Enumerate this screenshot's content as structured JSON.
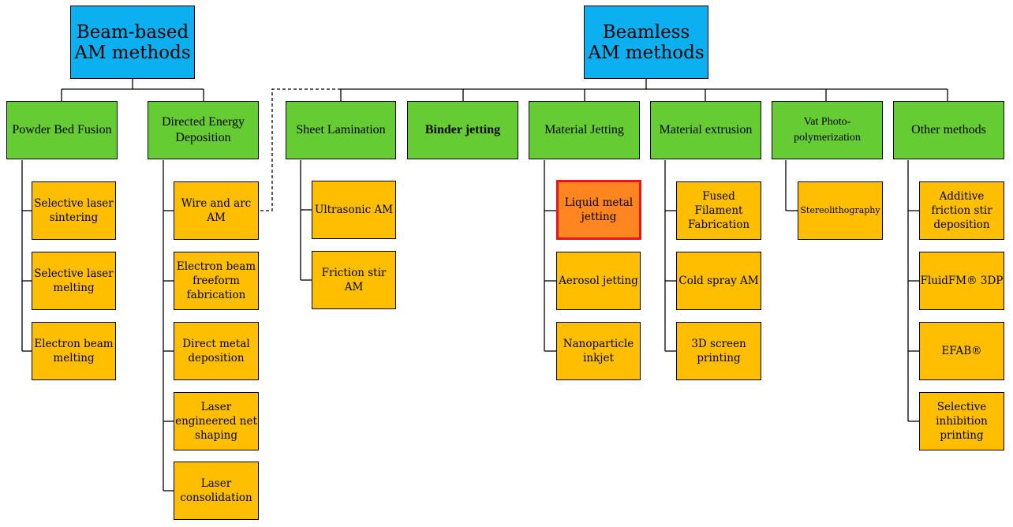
{
  "roots": {
    "beam_based": "Beam-based AM methods",
    "beamless": "Beamless AM methods"
  },
  "categories": {
    "powder_bed_fusion": "Powder Bed Fusion",
    "directed_energy_deposition": "Directed Energy Deposition",
    "sheet_lamination": "Sheet Lamination",
    "binder_jetting": "Binder jetting",
    "material_jetting": "Material Jetting",
    "material_extrusion": "Material extrusion",
    "vat_photopolymerization": "Vat Photo-polymerization",
    "other_methods": "Other methods"
  },
  "leaves": {
    "powder_bed_fusion": [
      "Selective laser sintering",
      "Selective laser melting",
      "Electron beam melting"
    ],
    "directed_energy_deposition": [
      "Wire and arc AM",
      "Electron beam freeform fabrication",
      "Direct metal deposition",
      "Laser engineered net shaping",
      "Laser consolidation"
    ],
    "sheet_lamination": [
      "Ultrasonic AM",
      "Friction stir AM"
    ],
    "material_jetting": [
      "Liquid metal jetting",
      "Aerosol jetting",
      "Nanoparticle inkjet"
    ],
    "material_extrusion": [
      "Fused Filament Fabrication",
      "Cold spray AM",
      "3D screen printing"
    ],
    "vat_photopolymerization": [
      "Stereolithography"
    ],
    "other_methods": [
      "Additive friction stir deposition",
      "FluidFM® 3DP",
      "EFAB®",
      "Selective inhibition printing"
    ]
  },
  "colors": {
    "root": "#0cb0f0",
    "category": "#66cc33",
    "leaf": "#ffbf00",
    "highlight_fill": "#ff8520",
    "highlight_border": "#e8141a"
  }
}
